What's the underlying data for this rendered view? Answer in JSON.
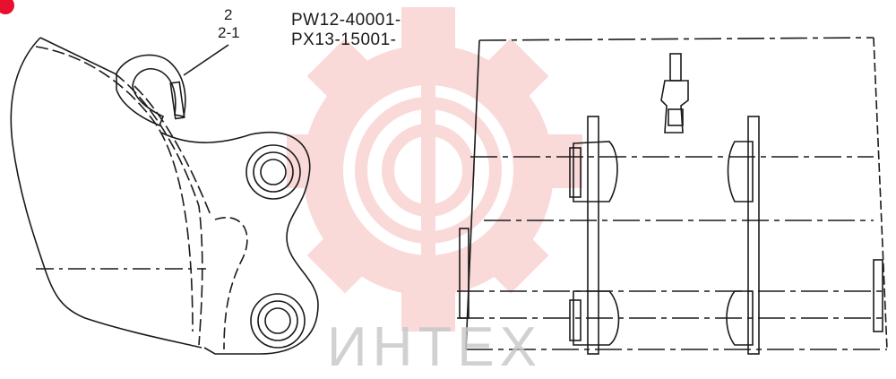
{
  "callouts": {
    "part": "2",
    "subpart": "2-1"
  },
  "serials": [
    "PW12-40001-",
    "PX13-15001-"
  ],
  "watermark": {
    "text": "ИНТЕХ",
    "color": "#f08a8a"
  },
  "colors": {
    "line": "#1a1a1a",
    "marker": "#e8102e"
  }
}
